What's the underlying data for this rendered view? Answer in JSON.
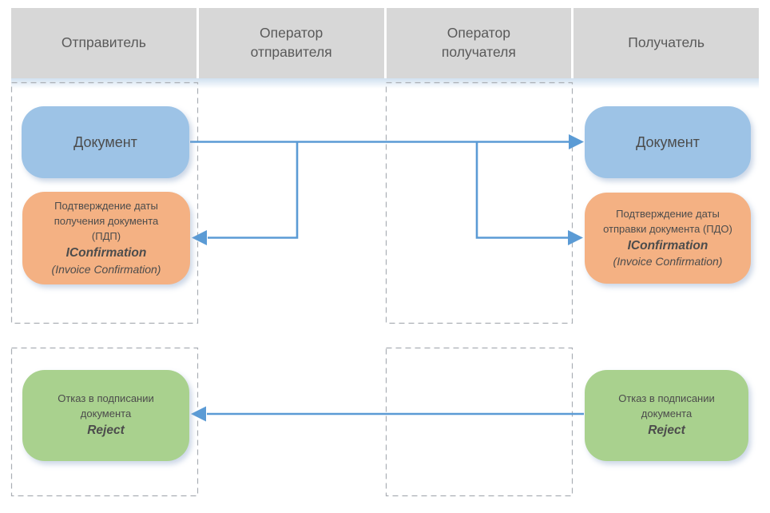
{
  "lanes": [
    "Отправитель",
    "Оператор\nотправителя",
    "Оператор\nполучателя",
    "Получатель"
  ],
  "boxes": {
    "document_sender": {
      "label": "Документ"
    },
    "document_receiver": {
      "label": "Документ"
    },
    "confirmation_receipt": {
      "title": "Подтверждение даты\nполучения документа\n(ПДП)",
      "code": "IConfirmation",
      "subtitle": "(Invoice Confirmation)"
    },
    "confirmation_dispatch": {
      "title": "Подтверждение даты\nотправки документа (ПДО)",
      "code": "IConfirmation",
      "subtitle": "(Invoice Confirmation)"
    },
    "reject_sender": {
      "title": "Отказ в подписании\nдокумента",
      "code": "Reject"
    },
    "reject_receiver": {
      "title": "Отказ в подписании\nдокумента",
      "code": "Reject"
    }
  },
  "colors": {
    "lane_header_bg": "#d7d7d7",
    "document_fill": "#9dc3e6",
    "confirmation_fill": "#f4b183",
    "reject_fill": "#a9d18e",
    "connector": "#5b9bd5",
    "dashed_border": "#aaaeb4",
    "text": "#4c4c4c"
  }
}
